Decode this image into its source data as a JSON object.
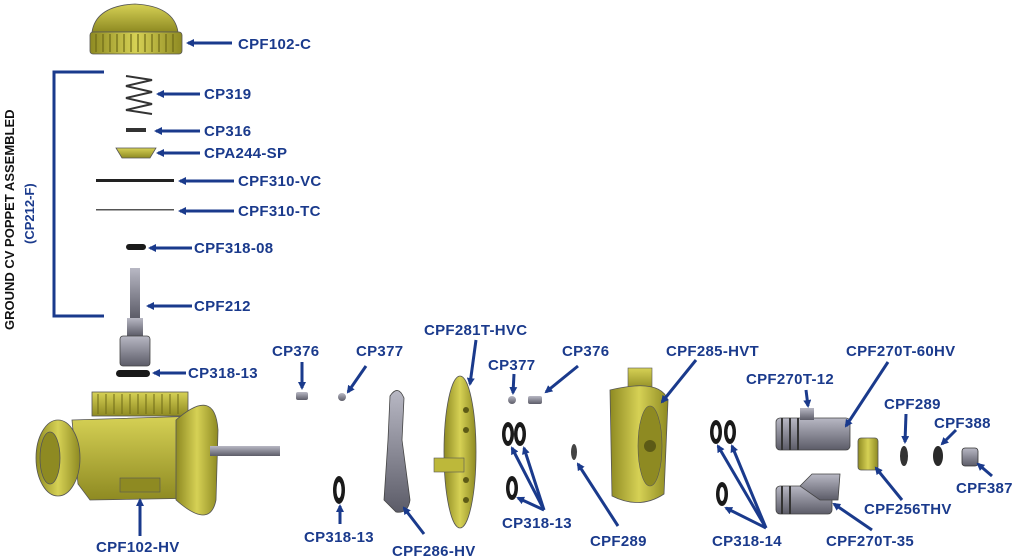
{
  "bracket": {
    "title": "GROUND CV POPPET ASSEMBLED",
    "part_number": "(CP212-F)"
  },
  "parts": [
    {
      "id": "cpf102-c",
      "label": "CPF102-C"
    },
    {
      "id": "cp319",
      "label": "CP319"
    },
    {
      "id": "cp316",
      "label": "CP316"
    },
    {
      "id": "cpa244-sp",
      "label": "CPA244-SP"
    },
    {
      "id": "cpf310-vc",
      "label": "CPF310-VC"
    },
    {
      "id": "cpf310-tc",
      "label": "CPF310-TC"
    },
    {
      "id": "cpf318-08",
      "label": "CPF318-08"
    },
    {
      "id": "cpf212",
      "label": "CPF212"
    },
    {
      "id": "cp318-13-a",
      "label": "CP318-13"
    },
    {
      "id": "cp376-a",
      "label": "CP376"
    },
    {
      "id": "cp377-a",
      "label": "CP377"
    },
    {
      "id": "cpf281t-hvc",
      "label": "CPF281T-HVC"
    },
    {
      "id": "cp377-b",
      "label": "CP377"
    },
    {
      "id": "cp376-b",
      "label": "CP376"
    },
    {
      "id": "cpf285-hvt",
      "label": "CPF285-HVT"
    },
    {
      "id": "cpf270t-60hv",
      "label": "CPF270T-60HV"
    },
    {
      "id": "cpf270t-12",
      "label": "CPF270T-12"
    },
    {
      "id": "cpf289-a",
      "label": "CPF289"
    },
    {
      "id": "cpf388",
      "label": "CPF388"
    },
    {
      "id": "cpf387",
      "label": "CPF387"
    },
    {
      "id": "cpf256thv",
      "label": "CPF256THV"
    },
    {
      "id": "cpf102-hv",
      "label": "CPF102-HV"
    },
    {
      "id": "cp318-13-b",
      "label": "CP318-13"
    },
    {
      "id": "cpf286-hv",
      "label": "CPF286-HV"
    },
    {
      "id": "cp318-13-c",
      "label": "CP318-13"
    },
    {
      "id": "cpf289-b",
      "label": "CPF289"
    },
    {
      "id": "cp318-14",
      "label": "CP318-14"
    },
    {
      "id": "cpf270t-35",
      "label": "CPF270T-35"
    }
  ],
  "colors": {
    "label": "#1a3a8c",
    "part_fill": "#bdb83a",
    "part_dark": "#8a8620",
    "steel": "#8c8c99",
    "rubber": "#1a1a1a"
  }
}
